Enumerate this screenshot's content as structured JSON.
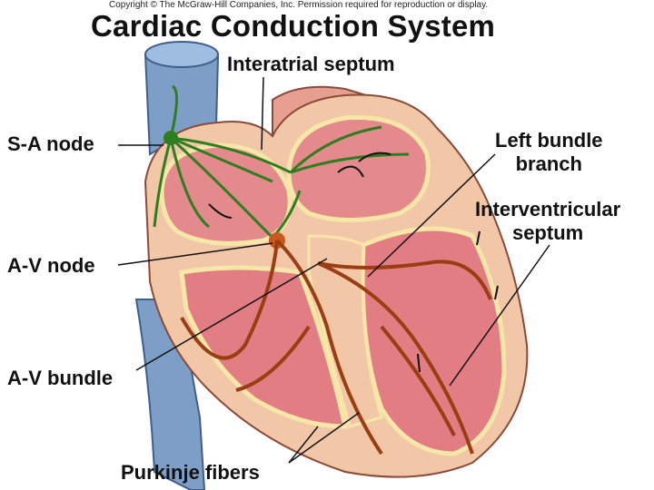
{
  "copyright": "Copyright © The McGraw-Hill Companies, Inc. Permission required for reproduction or display.",
  "title": "Cardiac Conduction System",
  "labels": {
    "interatrial_septum": "Interatrial septum",
    "sa_node": "S-A node",
    "left_bundle_branch_line1": "Left bundle",
    "left_bundle_branch_line2": "branch",
    "interventricular_septum_line1": "Interventricular",
    "interventricular_septum_line2": "septum",
    "av_node": "A-V node",
    "av_bundle": "A-V bundle",
    "purkinje_fibers": "Purkinje fibers"
  },
  "colors": {
    "vessel_blue": "#7d9fc7",
    "heart_wall": "#f2c7a8",
    "chamber": "#e58a8c",
    "conduction_green": "#2e7d1e",
    "purkinje_brown": "#9a3d12"
  }
}
